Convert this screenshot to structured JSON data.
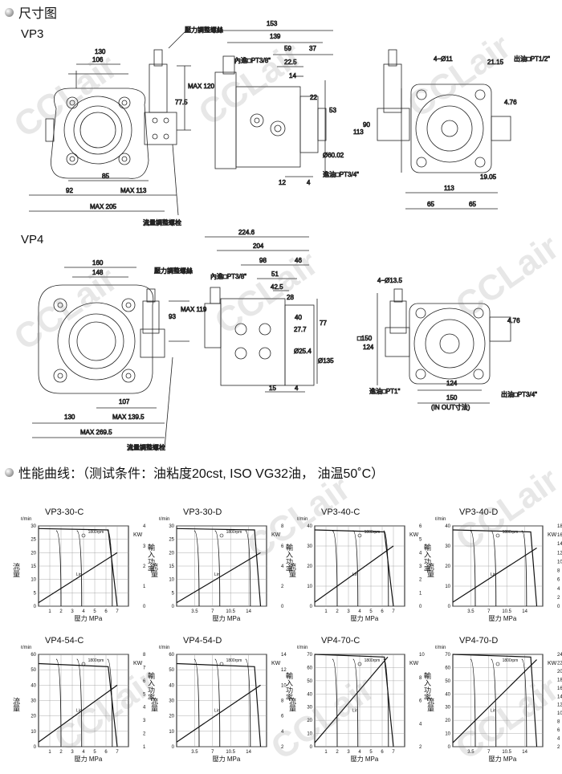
{
  "sections": {
    "dimensions_title": "尺寸图",
    "curves_title": "性能曲线：（测试条件：油粘度20cst, ISO VG32油，  油温50˚C）"
  },
  "vp3": {
    "label": "VP3",
    "front": {
      "pressure_screw": "壓力調整螺絲",
      "flow_screw": "流量調整螺栓",
      "d130": "130",
      "d106": "106",
      "d85": "85",
      "d92": "92",
      "max113": "MAX 113",
      "max205": "MAX 205",
      "max120": "MAX\n120",
      "d77_5": "77.5"
    },
    "side": {
      "d153": "153",
      "d139": "139",
      "d59": "59",
      "d37": "37",
      "d22_5": "22.5",
      "d14": "14",
      "d22": "22",
      "d53": "53",
      "d12": "12",
      "d4": "4",
      "inlet": "內進□PT3/8\"",
      "bore": "Ø60.02",
      "outlet_in": "進油□PT3/4\""
    },
    "end": {
      "holes": "4−Ø11",
      "d21_15": "21.15",
      "outlet": "出油□PT1/2\"",
      "d4_76": "4.76",
      "d90": "90",
      "d113v": "113",
      "d19_05": "19.05",
      "d113h": "113",
      "d65a": "65",
      "d65b": "65"
    }
  },
  "vp4": {
    "label": "VP4",
    "front": {
      "pressure_screw": "壓力調整螺絲",
      "flow_screw": "流量調整螺栓",
      "d160": "160",
      "d148": "148",
      "max93": "93",
      "max119": "MAX\n119",
      "d107": "107",
      "d130": "130",
      "max139_5": "MAX 139.5",
      "max269_5": "MAX 269.5"
    },
    "side": {
      "d224_6": "224.6",
      "d204": "204",
      "d98": "98",
      "d46": "46",
      "d51": "51",
      "d42_5": "42.5",
      "d28": "28",
      "d40": "40",
      "d77": "77",
      "d27_7": "27.7",
      "d25_4": "Ø25.4",
      "d135": "Ø135",
      "d15": "15",
      "d4": "4",
      "inlet": "內進□PT3/8\""
    },
    "end": {
      "holes": "4−Ø13.5",
      "d4_76": "4.76",
      "d150v": "□150",
      "d124v": "124",
      "d124h": "124",
      "d150h": "150",
      "inout": "(IN OUT寸法)",
      "inlet": "進油□PT1\"",
      "outlet": "出油□PT3/4\""
    }
  },
  "common": {
    "y_unit": "ℓ/min",
    "flow": "流量",
    "pressure": "壓力 MPa",
    "kw": "KW",
    "power": "輸入功率",
    "lin": "Lin",
    "rpm": "1800rpm"
  },
  "chart_data": [
    {
      "type": "line",
      "title": "VP3-30-C",
      "ylim": [
        0,
        30
      ],
      "yticks": [
        0,
        5,
        10,
        15,
        20,
        25,
        30
      ],
      "xlim": [
        0,
        8
      ],
      "xticks": [
        "1",
        "2",
        "3",
        "4",
        "5",
        "6",
        "7"
      ],
      "kwlim": [
        0,
        4
      ],
      "kwticks": [
        "0",
        "1",
        "2",
        "3",
        "4"
      ],
      "series": [
        {
          "name": "1800rpm",
          "x": [
            0,
            6.2,
            7
          ],
          "y": [
            29,
            28.5,
            0
          ]
        },
        {
          "name": "Lin",
          "x": [
            0,
            7
          ],
          "y": [
            1.3,
            20
          ]
        }
      ],
      "curve_points": [
        [
          1.8,
          29.5
        ],
        [
          2.2,
          0
        ],
        [
          3,
          29
        ],
        [
          3.3,
          0
        ]
      ]
    },
    {
      "type": "line",
      "title": "VP3-30-D",
      "ylim": [
        0,
        30
      ],
      "yticks": [
        0,
        5,
        10,
        15,
        20,
        25,
        30
      ],
      "xlim": [
        0,
        15
      ],
      "xticks": [
        "3.5",
        "7",
        "10.5",
        "14"
      ],
      "kwlim": [
        0,
        8
      ],
      "kwticks": [
        "0",
        "2",
        "4",
        "6",
        "8"
      ],
      "series": [
        {
          "name": "1800rpm",
          "x": [
            0,
            13,
            14
          ],
          "y": [
            29,
            28.5,
            0
          ]
        },
        {
          "name": "Lin",
          "x": [
            0,
            14
          ],
          "y": [
            1.3,
            20
          ]
        }
      ]
    },
    {
      "type": "line",
      "title": "VP3-40-C",
      "ylim": [
        0,
        40
      ],
      "yticks": [
        0,
        10,
        20,
        30,
        40
      ],
      "xlim": [
        0,
        8
      ],
      "xticks": [
        "1",
        "2",
        "3",
        "4",
        "5",
        "6",
        "7"
      ],
      "kwlim": [
        0,
        6
      ],
      "kwticks": [
        "0",
        "1",
        "2",
        "3",
        "4",
        "5",
        "6"
      ],
      "series": [
        {
          "name": "1800rpm",
          "x": [
            0,
            6.2,
            7
          ],
          "y": [
            38,
            37,
            0
          ]
        },
        {
          "name": "Lin",
          "x": [
            0,
            7
          ],
          "y": [
            2,
            30
          ]
        }
      ]
    },
    {
      "type": "line",
      "title": "VP3-40-D",
      "ylim": [
        0,
        40
      ],
      "yticks": [
        0,
        10,
        20,
        30,
        40
      ],
      "xlim": [
        0,
        15
      ],
      "xticks": [
        "3.5",
        "7",
        "10.5",
        "14"
      ],
      "kwlim": [
        0,
        18
      ],
      "kwticks": [
        "0",
        "2",
        "4",
        "6",
        "8",
        "10",
        "12",
        "14",
        "16",
        "18"
      ],
      "series": [
        {
          "name": "1800rpm",
          "x": [
            0,
            13,
            14
          ],
          "y": [
            38,
            37,
            0
          ]
        },
        {
          "name": "Lin",
          "x": [
            0,
            14
          ],
          "y": [
            2,
            29
          ]
        }
      ]
    },
    {
      "type": "line",
      "title": "VP4-54-C",
      "ylim": [
        0,
        60
      ],
      "yticks": [
        0,
        10,
        20,
        30,
        40,
        50,
        60
      ],
      "xlim": [
        0,
        8
      ],
      "xticks": [
        "1",
        "2",
        "3",
        "4",
        "5",
        "6",
        "7"
      ],
      "kwlim": [
        0,
        8
      ],
      "kwticks": [
        "1",
        "2",
        "3",
        "4",
        "5",
        "6",
        "7",
        "8"
      ],
      "series": [
        {
          "name": "1800rpm",
          "x": [
            0,
            6.2,
            7
          ],
          "y": [
            54,
            52,
            0
          ]
        },
        {
          "name": "Lin",
          "x": [
            0,
            7
          ],
          "y": [
            3,
            40
          ]
        }
      ]
    },
    {
      "type": "line",
      "title": "VP4-54-D",
      "ylim": [
        0,
        60
      ],
      "yticks": [
        0,
        10,
        20,
        30,
        40,
        50,
        60
      ],
      "xlim": [
        0,
        15
      ],
      "xticks": [
        "3.5",
        "7",
        "10.5",
        "14"
      ],
      "kwlim": [
        0,
        14
      ],
      "kwticks": [
        "2",
        "4",
        "6",
        "8",
        "10",
        "12",
        "14"
      ],
      "series": [
        {
          "name": "1800rpm",
          "x": [
            0,
            13,
            14
          ],
          "y": [
            54,
            52,
            0
          ]
        },
        {
          "name": "Lin",
          "x": [
            0,
            14
          ],
          "y": [
            3,
            40
          ]
        }
      ]
    },
    {
      "type": "line",
      "title": "VP4-70-C",
      "ylim": [
        0,
        70
      ],
      "yticks": [
        0,
        10,
        20,
        30,
        40,
        50,
        60,
        70
      ],
      "xlim": [
        0,
        8
      ],
      "xticks": [
        "1",
        "2",
        "3",
        "4",
        "5",
        "6",
        "7"
      ],
      "kwlim": [
        0,
        10
      ],
      "kwticks": [
        "2",
        "4",
        "6",
        "8",
        "10"
      ],
      "series": [
        {
          "name": "1800rpm",
          "x": [
            0,
            6.2,
            7
          ],
          "y": [
            70,
            68,
            0
          ]
        },
        {
          "name": "Lin",
          "x": [
            0,
            6.5
          ],
          "y": [
            3,
            68
          ]
        }
      ]
    },
    {
      "type": "line",
      "title": "VP4-70-D",
      "ylim": [
        0,
        70
      ],
      "yticks": [
        0,
        10,
        20,
        30,
        40,
        50,
        60,
        70
      ],
      "xlim": [
        0,
        15
      ],
      "xticks": [
        "3.5",
        "7",
        "10.5",
        "14"
      ],
      "kwlim": [
        0,
        24
      ],
      "kwticks": [
        "2",
        "4",
        "6",
        "8",
        "10",
        "12",
        "14",
        "16",
        "18",
        "20",
        "22",
        "24"
      ],
      "series": [
        {
          "name": "1800rpm",
          "x": [
            0,
            13,
            14
          ],
          "y": [
            70,
            68,
            0
          ]
        },
        {
          "name": "Lin",
          "x": [
            0,
            14
          ],
          "y": [
            3,
            66
          ]
        }
      ]
    }
  ]
}
